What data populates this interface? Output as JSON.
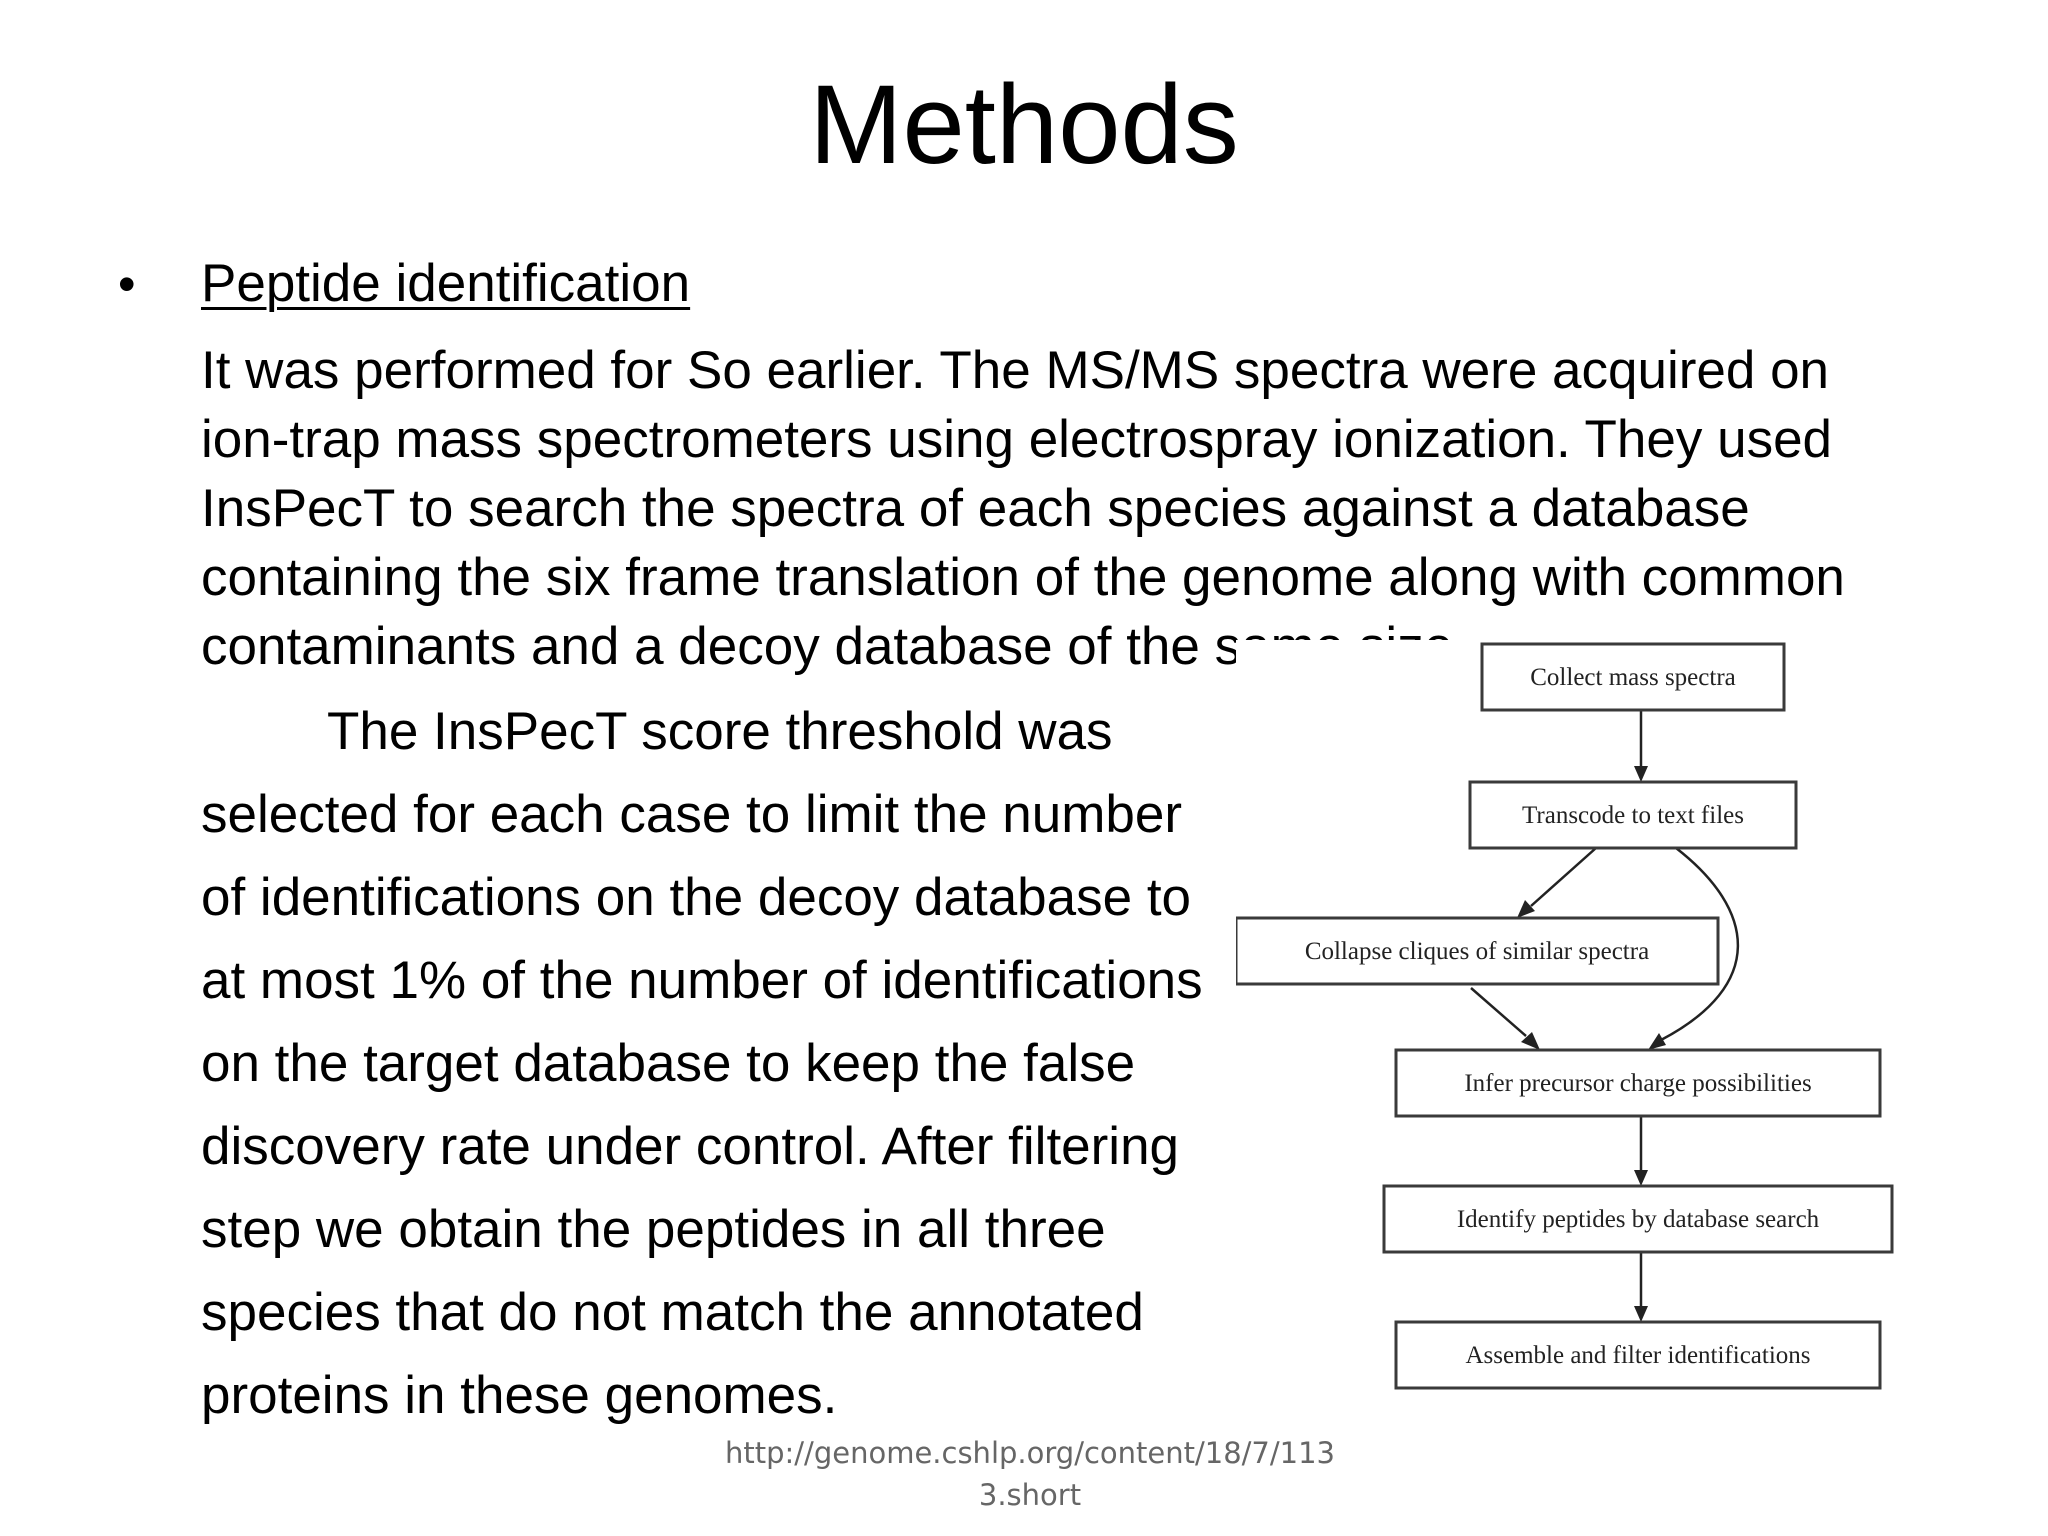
{
  "slide": {
    "title": "Methods",
    "bullet": {
      "marker": "•",
      "heading": "Peptide identification"
    },
    "paragraph1": [
      "It was performed for So earlier. The MS/MS spectra were acquired on",
      "ion-trap mass spectrometers using electrospray ionization. They used",
      "InsPecT to search the spectra of each species against a database",
      "containing the six frame translation of the genome along with common",
      "contaminants and a decoy database of the same size."
    ],
    "paragraph2": [
      "The InsPecT score threshold was",
      "selected for each case to limit the number",
      "of identifications on the decoy database to",
      "at most 1% of the number of identifications",
      "on the target database to keep the false",
      "discovery rate under control. After filtering",
      "step we obtain the peptides in all three",
      "species that do not match the annotated",
      "proteins in these genomes."
    ],
    "flowchart": {
      "nodes": [
        "Collect mass spectra",
        "Transcode to text files",
        "Collapse cliques of similar spectra",
        "Infer precursor charge possibilities",
        "Identify peptides by database search",
        "Assemble and filter identifications"
      ]
    },
    "source": [
      "http://genome.cshlp.org/content/18/7/113",
      "3.short"
    ]
  }
}
